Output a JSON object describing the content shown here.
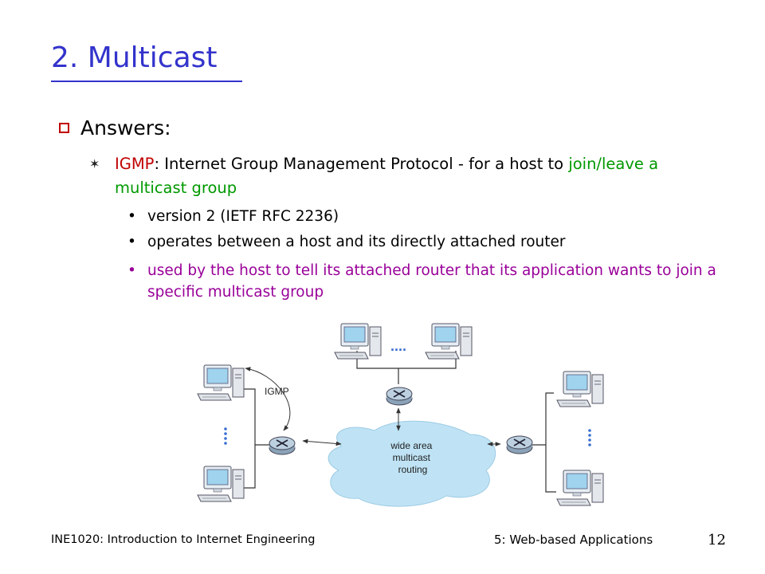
{
  "slide": {
    "title": "2. Multicast",
    "bullet1": "Answers:",
    "sub": {
      "part1": "IGMP",
      "part2": ": Internet Group Management Protocol - for a host to ",
      "part3": "join/leave a multicast group"
    },
    "items": [
      "version 2 (IETF RFC 2236)",
      "operates between a host and its directly attached router",
      "used by the host to tell its attached router that its application wants to join a specific multicast group"
    ]
  },
  "diagram": {
    "igmp_label": "IGMP",
    "cloud_line1": "wide area",
    "cloud_line2": "multicast",
    "cloud_line3": "routing",
    "dots_label": "...."
  },
  "footer": {
    "left": "INE1020: Introduction to Internet Engineering",
    "right": "5: Web-based Applications",
    "page": "12"
  },
  "colors": {
    "title": "#3333cc",
    "accent_red": "#c00000",
    "green": "#009900",
    "purple": "#990099",
    "cloud": "#bfe3f5"
  }
}
